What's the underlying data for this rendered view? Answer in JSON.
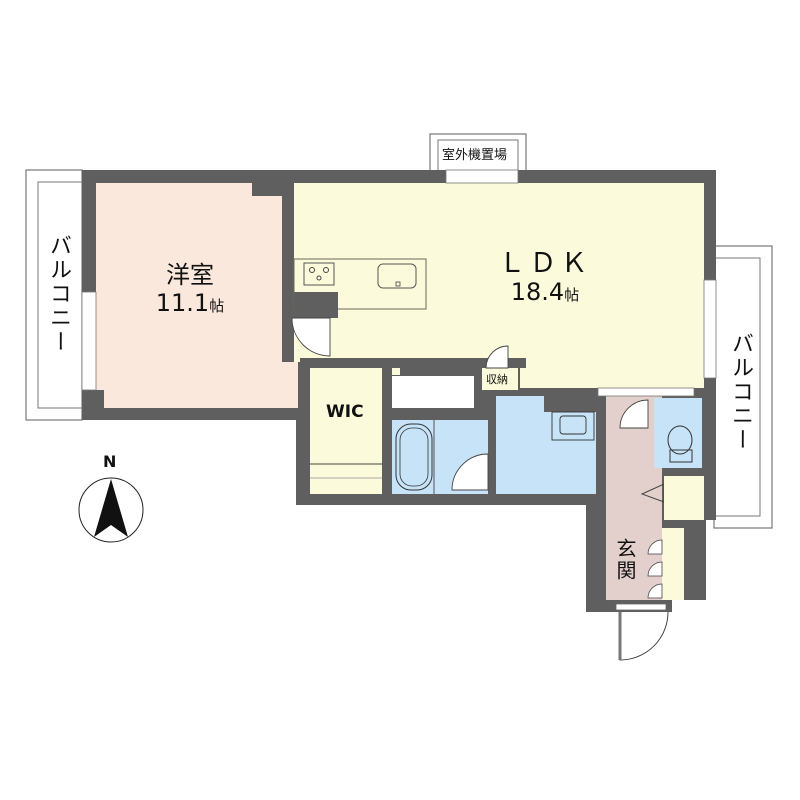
{
  "plan": {
    "colors": {
      "wall": "#5f5f5f",
      "western_room": "#fbe8dc",
      "ldk": "#fbfadb",
      "wic": "#fbfadb",
      "wet_area": "#c6e3f7",
      "entrance": "#e3cfcb",
      "storage": "#fbfadb",
      "balcony_fill": "#ffffff",
      "line": "#333333"
    },
    "rooms": {
      "western": {
        "name": "洋室",
        "size": "11.1",
        "unit": "帖"
      },
      "ldk": {
        "name": "ＬＤＫ",
        "size": "18.4",
        "unit": "帖"
      },
      "wic": {
        "name": "WIC"
      },
      "storage": {
        "name": "収納"
      },
      "entrance": {
        "name": "玄関"
      },
      "balcony_left": {
        "name": "バルコニー"
      },
      "balcony_right": {
        "name": "バルコニー"
      },
      "outdoor_unit": {
        "name": "室外機置場"
      }
    },
    "compass": {
      "label": "N",
      "direction": "up"
    }
  }
}
